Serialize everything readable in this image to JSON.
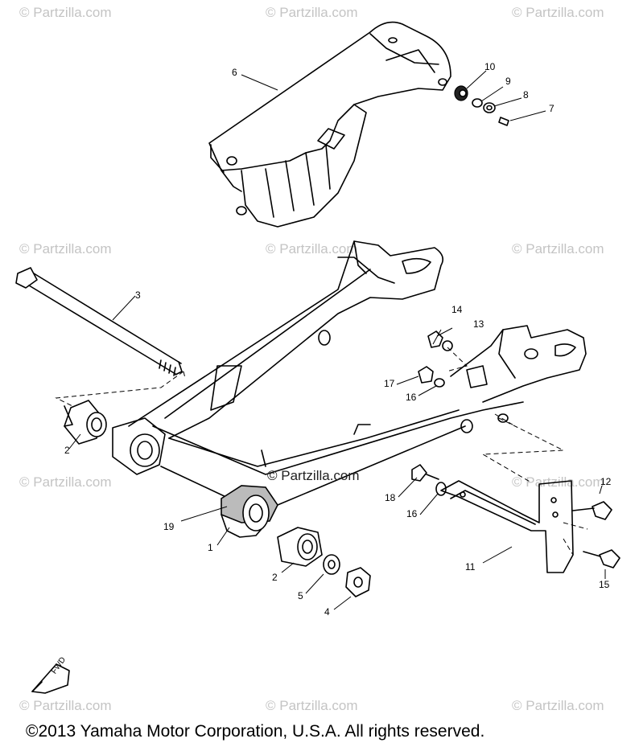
{
  "watermark": "© Partzilla.com",
  "center_watermark": "© Partzilla.com",
  "copyright": "©2013 Yamaha Motor Corporation, U.S.A. All rights reserved.",
  "fwd_label": "FWD",
  "callouts": [
    "1",
    "2",
    "2",
    "3",
    "4",
    "5",
    "6",
    "7",
    "8",
    "9",
    "10",
    "11",
    "12",
    "13",
    "14",
    "15",
    "16",
    "16",
    "17",
    "18",
    "19"
  ]
}
